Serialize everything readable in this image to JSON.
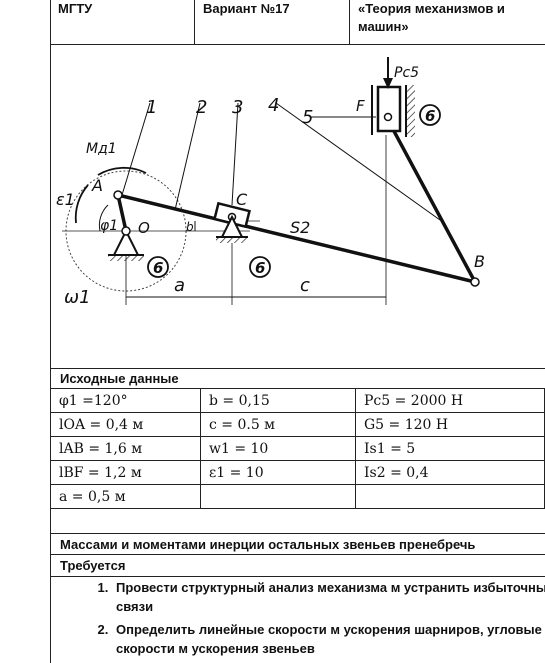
{
  "header": {
    "university": "МГТУ",
    "variant": "Вариант №17",
    "subject_line1": "«Теория механизмов и",
    "subject_line2": "машин»"
  },
  "drawing": {
    "labels": {
      "n1": "1",
      "n2": "2",
      "n3": "3",
      "n4": "4",
      "n5": "5",
      "a_point": "A",
      "o_point": "O",
      "c_point": "C",
      "b_point": "B",
      "f_point": "F",
      "md1": "Mд1",
      "e1": "ε1",
      "w1": "ω1",
      "phi1": "φ1",
      "b_dim": "b",
      "s2": "S2",
      "a_dim": "a",
      "c_dim": "c",
      "pc5": "Pc5",
      "support6": "6"
    }
  },
  "table": {
    "title": "Исходные данные",
    "rows": [
      [
        "φ1 =120°",
        "b = 0,15",
        "Pc5 = 2000 Н"
      ],
      [
        "lOA = 0,4 м",
        "c = 0.5 м",
        "G5 = 120 Н"
      ],
      [
        "lAB = 1,6 м",
        "w1 = 10",
        "Is1 = 5"
      ],
      [
        "lBF = 1,2 м",
        "ε1 = 10",
        "Is2 = 0,4"
      ],
      [
        "a = 0,5 м",
        "",
        ""
      ]
    ]
  },
  "note": "Массами и моментами инерции остальных звеньев пренебречь",
  "required": "Требуется",
  "tasks": [
    "Провести структурный анализ механизма м устранить избыточные связи",
    "Определить линейные скорости м ускорения шарниров, угловые скорости м ускорения звеньев"
  ]
}
